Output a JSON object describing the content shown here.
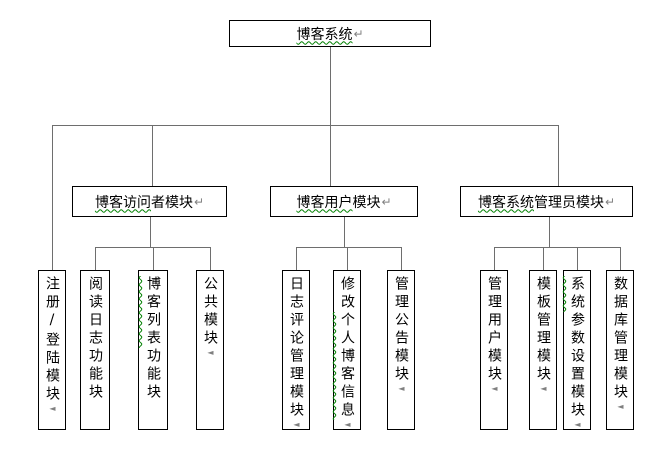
{
  "colors": {
    "background": "#ffffff",
    "box_fill": "#ffffff",
    "box_border": "#000000",
    "connector": "#6e6e6e",
    "squiggle": "#008000",
    "format_mark": "#808080"
  },
  "marks": {
    "horizontal_return": "↵",
    "vertical_return": "◄"
  },
  "diagram": {
    "root": {
      "label": "博客系统",
      "label_segments": [
        {
          "text": "博客系统",
          "squiggle": true
        }
      ],
      "return_mark": "↵"
    },
    "level2": [
      {
        "label": "博客访问者模块",
        "label_segments": [
          {
            "text": "博客访问",
            "squiggle": true
          },
          {
            "text": "者模块",
            "squiggle": false
          }
        ],
        "return_mark": "↵"
      },
      {
        "label": "博客用户模块",
        "label_segments": [
          {
            "text": "博客用户",
            "squiggle": true
          },
          {
            "text": "模块",
            "squiggle": false
          }
        ],
        "return_mark": "↵"
      },
      {
        "label": "博客系统管理员模块",
        "label_segments": [
          {
            "text": "博客系统",
            "squiggle": true
          },
          {
            "text": "管理员模块",
            "squiggle": false
          }
        ],
        "return_mark": "↵"
      }
    ],
    "leaves": [
      {
        "label": "注册/登陆模块",
        "label_segments": [
          {
            "text": "注册/登陆模块",
            "squiggle": false
          }
        ],
        "return_mark": "◄"
      },
      {
        "label": "阅读日志功能块",
        "label_segments": [
          {
            "text": "阅读日志功能块",
            "squiggle": false
          }
        ]
      },
      {
        "label": "博客列表功能块",
        "label_segments": [
          {
            "text": "博客列表",
            "squiggle": true
          },
          {
            "text": "功能块",
            "squiggle": false
          }
        ]
      },
      {
        "label": "公共模块",
        "label_segments": [
          {
            "text": "公共模块",
            "squiggle": false
          }
        ],
        "return_mark": "◄"
      },
      {
        "label": "日志评论管理模块",
        "label_segments": [
          {
            "text": "日志评论管理模块",
            "squiggle": false
          }
        ],
        "return_mark": "◄"
      },
      {
        "label": "修改个人博客信息",
        "label_segments": [
          {
            "text": "修改",
            "squiggle": false
          },
          {
            "text": "个人博客信息",
            "squiggle": true
          }
        ],
        "return_mark": "◄"
      },
      {
        "label": "管理公告模块",
        "label_segments": [
          {
            "text": "管理公告模块",
            "squiggle": false
          }
        ],
        "return_mark": "◄"
      },
      {
        "label": "管理用户模块",
        "label_segments": [
          {
            "text": "管理用户模块",
            "squiggle": false
          }
        ],
        "return_mark": "◄"
      },
      {
        "label": "模板管理模块",
        "label_segments": [
          {
            "text": "模板管理模块",
            "squiggle": false
          }
        ],
        "return_mark": "◄"
      },
      {
        "label": "系统参数设置模块",
        "label_segments": [
          {
            "text": "系统",
            "squiggle": true
          },
          {
            "text": "参数设置模块",
            "squiggle": false
          }
        ],
        "return_mark": "◄"
      },
      {
        "label": "数据库管理模块",
        "label_segments": [
          {
            "text": "数据库管理模块",
            "squiggle": false
          }
        ],
        "return_mark": "◄"
      }
    ]
  }
}
